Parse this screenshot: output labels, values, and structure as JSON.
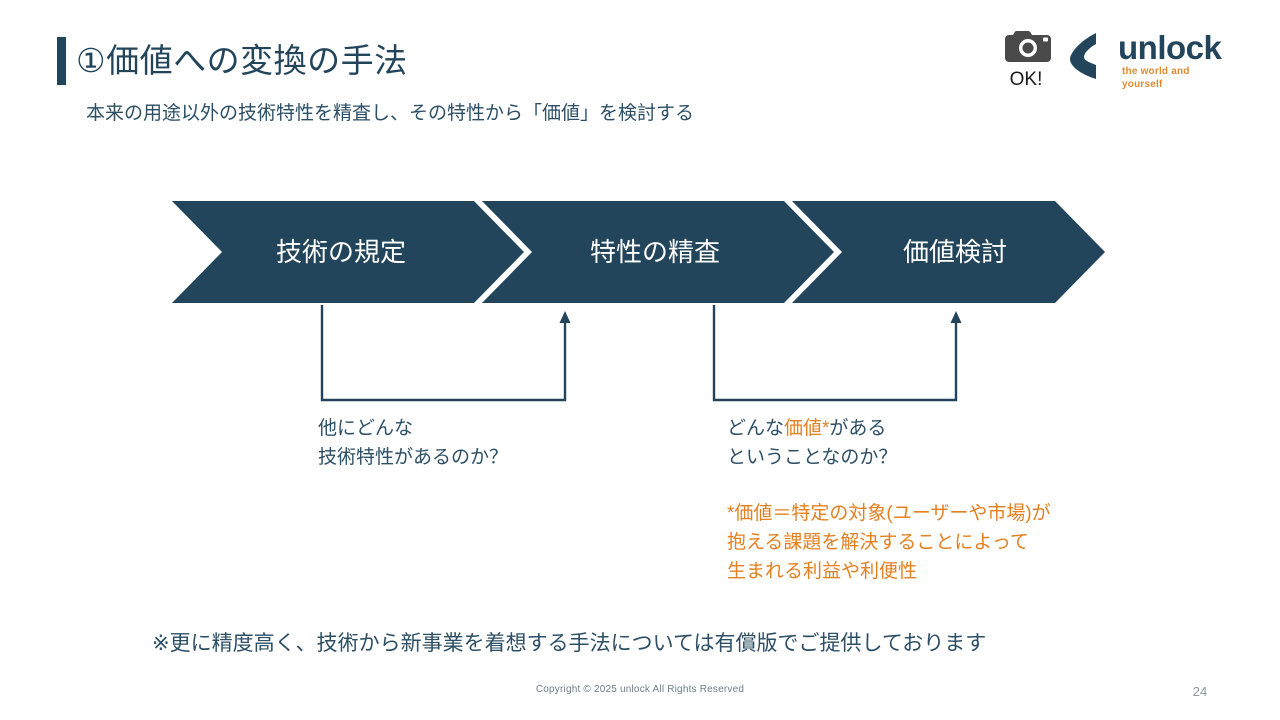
{
  "slide": {
    "title": "①価値への変換の手法",
    "subtitle": "本来の用途以外の技術特性を精査し、その特性から「価値」を検討する",
    "accent_color": "#23455c",
    "orange_color": "#e58020"
  },
  "badge": {
    "icon": "camera-icon",
    "label": "OK!"
  },
  "logo": {
    "mark": "unlock-chevron-mark",
    "wordmark": "unlock",
    "tagline": "the world and yourself"
  },
  "process": {
    "steps": [
      {
        "label": "技術の規定"
      },
      {
        "label": "特性の精査"
      },
      {
        "label": "価値検討"
      }
    ]
  },
  "callouts": [
    {
      "line1_prefix": "他にどんな",
      "text": "他にどんな\n技術特性があるのか？"
    },
    {
      "before": "どんな",
      "highlight": "価値*",
      "after": "がある",
      "line2": "ということなのか？"
    }
  ],
  "footnote": {
    "text": "*価値＝特定の対象(ユーザーや市場)が\n抱える課題を解決することによって\n生まれる利益や利便性"
  },
  "bottom_note": {
    "text": "※更に精度高く、技術から新事業を着想する手法については有償版でご提供しております"
  },
  "footer": {
    "copyright": "Copyright © 2025 unlock All Rights Reserved",
    "page_number": "24"
  }
}
